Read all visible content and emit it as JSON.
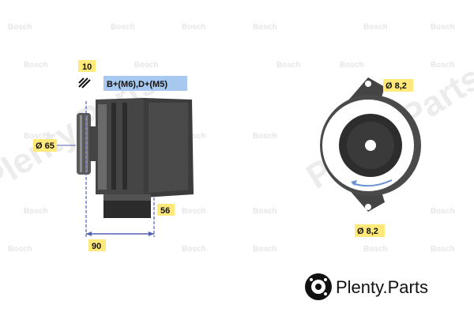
{
  "diagram": {
    "labels": {
      "dim_top": "10",
      "connection": "B+(M6),D+(M5)",
      "pulley_diameter": "Ø 65",
      "dim_height": "56",
      "dim_length": "90",
      "hole_top": "Ø 8,2",
      "hole_bottom": "Ø 8,2"
    }
  },
  "watermark": {
    "brand_text": "Plenty.Parts",
    "repeat_text": "Bosch"
  },
  "colors": {
    "label_bg": "#ffe97a",
    "connection_bg": "#a7c8ef",
    "dimension_line": "#5560b4",
    "body_dark": "#3c3c3c"
  }
}
